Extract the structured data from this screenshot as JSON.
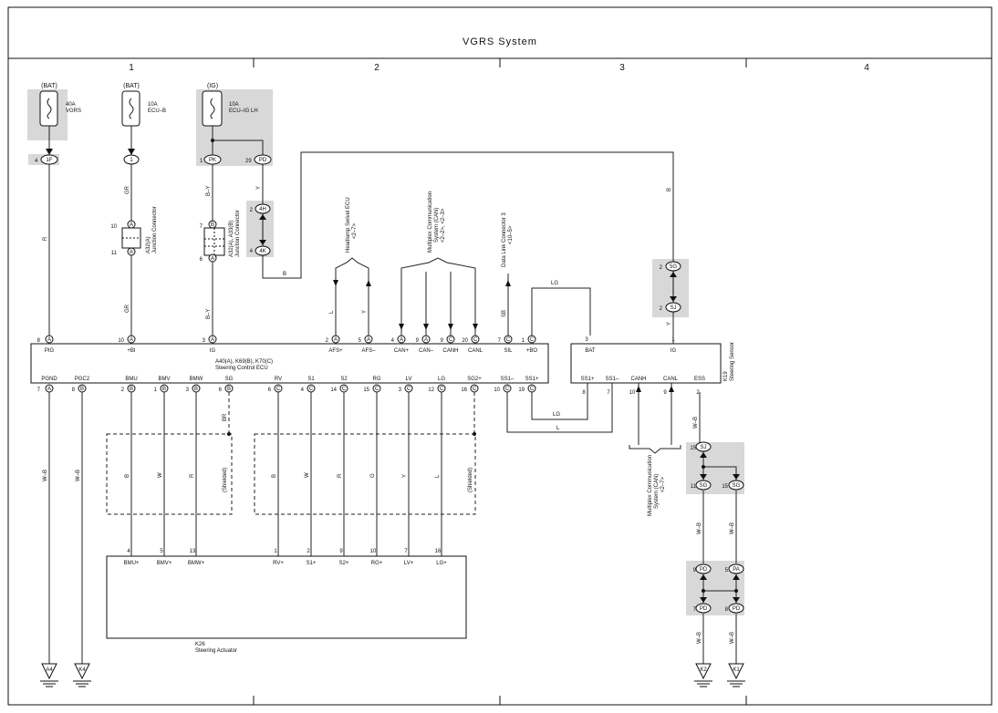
{
  "title": "VGRS System",
  "columns": [
    "1",
    "2",
    "3",
    "4"
  ],
  "fuses": [
    {
      "source": "(BAT)",
      "rating": "40A",
      "name": "VGRS",
      "pin": "4",
      "conn": "1F"
    },
    {
      "source": "(BAT)",
      "rating": "10A",
      "name": "ECU–B",
      "conn": "1"
    },
    {
      "source": "(IG)",
      "rating": "10A",
      "name": "ECU–IG LH",
      "pin1": "1",
      "conn1": "PK",
      "pin2": "29",
      "conn2": "PD"
    }
  ],
  "wire_colors": {
    "pig": "R",
    "bi": "GR",
    "bi_low": "GR",
    "ig1": "B–Y",
    "ig1_low": "B–Y",
    "y": "Y",
    "b_loop": "B",
    "b_long": "B",
    "afs_p": "L",
    "afs_m": "Y",
    "sil": "SB",
    "lg_bo": "LG",
    "steer_ig": "Y",
    "lg_bottom": "LG",
    "l_bottom": "L",
    "pgnd": "W–B",
    "pgc2": "W–B",
    "sg": "BR",
    "bmu": "B",
    "bmv": "W",
    "bmw": "R",
    "rv": "B",
    "s1": "W",
    "s2": "R",
    "rg": "G",
    "lv": "Y",
    "lg": "L",
    "ess": "W–B",
    "r1": "W–B",
    "r2": "W–B",
    "r3": "W–B",
    "r4": "W–B"
  },
  "junctions": {
    "a32a": {
      "label1": "A32(A)",
      "label2": "Junction Connector",
      "pin_top": "10",
      "pin_bot": "11",
      "conn": "A"
    },
    "a32b": {
      "label1": "A32(A), A33(B)",
      "label2": "Junction Connector",
      "pin_top": "7",
      "pin_bot": "6",
      "conn_top": "B",
      "conn_bot": "A"
    },
    "y4h": {
      "pin_top": "2",
      "conn_top": "4H",
      "pin_bot": "4",
      "conn_bot": "4K"
    },
    "right5g": {
      "pin_top": "2",
      "conn_top": "5G",
      "pin_bot": "2",
      "conn_bot": "SJ"
    },
    "sj": {
      "pin_top": "15",
      "conn_top": "SJ",
      "pin_l": "11",
      "conn_l": "SG",
      "pin_r": "15",
      "conn_r": "SG"
    },
    "pd": {
      "pin_tl": "9",
      "conn_tl": "PD",
      "pin_tr": "5",
      "conn_tr": "PA",
      "pin_bl": "7",
      "conn_bl": "PD",
      "pin_br": "8",
      "conn_br": "PD"
    }
  },
  "ecu": {
    "name1": "A40(A), K69(B), K70(C)",
    "name2": "Steering Control ECU",
    "top_pins": [
      {
        "label": "PIG",
        "num": "8",
        "conn": "A"
      },
      {
        "label": "+BI",
        "num": "10",
        "conn": "A"
      },
      {
        "label": "IG",
        "num": "3",
        "conn": "A"
      },
      {
        "label": "AFS+",
        "num": "2",
        "conn": "A"
      },
      {
        "label": "AFS–",
        "num": "5",
        "conn": "A"
      },
      {
        "label": "CAN+",
        "num": "4",
        "conn": "A"
      },
      {
        "label": "CAN–",
        "num": "9",
        "conn": "A"
      },
      {
        "label": "CANH",
        "num": "9",
        "conn": "C"
      },
      {
        "label": "CANL",
        "num": "20",
        "conn": "C"
      },
      {
        "label": "SIL",
        "num": "7",
        "conn": "C"
      },
      {
        "label": "+BO",
        "num": "1",
        "conn": "C"
      }
    ],
    "bottom_pins": [
      {
        "label": "PGND",
        "num": "7",
        "conn": "A"
      },
      {
        "label": "PGC2",
        "num": "8",
        "conn": "B"
      },
      {
        "label": "BMU",
        "num": "2",
        "conn": "B"
      },
      {
        "label": "BMV",
        "num": "1",
        "conn": "B"
      },
      {
        "label": "BMW",
        "num": "3",
        "conn": "B"
      },
      {
        "label": "SG",
        "num": "6",
        "conn": "B"
      },
      {
        "label": "RV",
        "num": "6",
        "conn": "C"
      },
      {
        "label": "S1",
        "num": "4",
        "conn": "C"
      },
      {
        "label": "S2",
        "num": "14",
        "conn": "C"
      },
      {
        "label": "RG",
        "num": "15",
        "conn": "C"
      },
      {
        "label": "LV",
        "num": "3",
        "conn": "C"
      },
      {
        "label": "LG",
        "num": "12",
        "conn": "C"
      },
      {
        "label": "SG2+",
        "num": "16",
        "conn": "C"
      },
      {
        "label": "SS1–",
        "num": "10",
        "conn": "C"
      },
      {
        "label": "SS1+",
        "num": "19",
        "conn": "C"
      }
    ]
  },
  "sensor": {
    "name1": "K19",
    "name2": "Steering Sensor",
    "top_pins": [
      {
        "label": "BAT",
        "num": "3"
      },
      {
        "label": "IG",
        "num": "1"
      }
    ],
    "bottom_pins": [
      {
        "label": "SS1+",
        "num": "8"
      },
      {
        "label": "SS1–",
        "num": "7"
      },
      {
        "label": "CANH",
        "num": "10"
      },
      {
        "label": "CANL",
        "num": "9"
      },
      {
        "label": "ESS",
        "num": "2"
      }
    ]
  },
  "actuator": {
    "name1": "K26",
    "name2": "Steering Actuator",
    "pins": [
      {
        "label": "BMU+",
        "num": "4"
      },
      {
        "label": "BMV+",
        "num": "5"
      },
      {
        "label": "BMW+",
        "num": "13"
      },
      {
        "label": "RV+",
        "num": "1"
      },
      {
        "label": "S1+",
        "num": "2"
      },
      {
        "label": "S2+",
        "num": "9"
      },
      {
        "label": "RG+",
        "num": "10"
      },
      {
        "label": "LV+",
        "num": "7"
      },
      {
        "label": "LG+",
        "num": "16"
      }
    ]
  },
  "refs": {
    "headlamp": {
      "line1": "Headlamp Swivel ECU",
      "line2": "<2–7>"
    },
    "mpx_top": {
      "line1": "Multiplex Communication",
      "line2": "System (CAN)",
      "line3": "<2–2>, <2–3>"
    },
    "dlc": {
      "line1": "Data Link Connector 3",
      "line2": "<10–5>"
    },
    "mpx_bot": {
      "line1": "Multiplex Communication",
      "line2": "System (CAN)",
      "line3": "<2–7>"
    }
  },
  "shielded": [
    "(Shielded)",
    "(Shielded)"
  ],
  "grounds": [
    "A4",
    "K4",
    "K2",
    "K1"
  ]
}
